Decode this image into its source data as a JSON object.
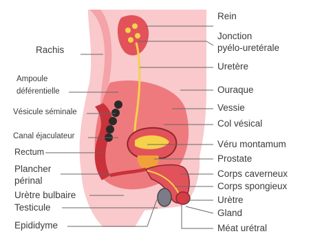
{
  "left_labels": {
    "rachis": "Rachis",
    "ampoule": "Ampoule",
    "deferentielle": "déférentielle",
    "vesicule": "Vésicule séminale",
    "canal": "Canal éjaculateur",
    "rectum": "Rectum",
    "plancher_1": "Plancher",
    "plancher_2": "périnal",
    "uretre_bulbaire": "Urètre bulbaire",
    "testicule": "Testicule",
    "epididyme": "Epididyme"
  },
  "right_labels": {
    "rein": "Rein",
    "jonction_1": "Jonction",
    "jonction_2": "pyélo-uretérale",
    "uretere": "Uretère",
    "ouraque": "Ouraque",
    "vessie": "Vessie",
    "col_vesical": "Col vésical",
    "veru": "Véru montamum",
    "prostate": "Prostate",
    "corps_caverneux": "Corps caverneux",
    "corps_spongieux": "Corps spongieux",
    "uretre": "Urètre",
    "gland": "Gland",
    "meat": "Méat urétral"
  },
  "colors": {
    "skin": "#f7b8bc",
    "tissue": "#ee6f72",
    "dark_tissue": "#c9323a",
    "yellow": "#f6d24a",
    "gray_organ": "#7c7c88"
  }
}
